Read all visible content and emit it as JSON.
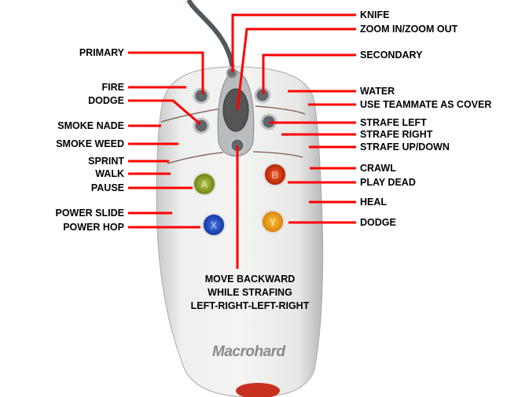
{
  "brand": "Macrohard",
  "left_labels": [
    "PRIMARY",
    "FIRE",
    "DODGE",
    "SMOKE NADE",
    "SMOKE WEED",
    "SPRINT",
    "WALK",
    "PAUSE",
    "POWER SLIDE",
    "POWER HOP"
  ],
  "right_labels": [
    "KNIFE",
    "ZOOM IN/ZOOM OUT",
    "SECONDARY",
    "WATER",
    "USE TEAMMATE AS COVER",
    "STRAFE LEFT",
    "STRAFE RIGHT",
    "STRAFE UP/DOWN",
    "CRAWL",
    "PLAY DEAD",
    "HEAL",
    "DODGE"
  ],
  "bottom_label": [
    "MOVE BACKWARD",
    "WHILE STRAFING",
    "LEFT-RIGHT-LEFT-RIGHT"
  ],
  "buttons": {
    "a": "A",
    "b": "B",
    "x": "X",
    "y": "Y"
  },
  "colors": {
    "leader": "#ff0000",
    "a": "#8aa020",
    "b": "#d83010",
    "x": "#1e4fc8",
    "y": "#f0a010"
  }
}
